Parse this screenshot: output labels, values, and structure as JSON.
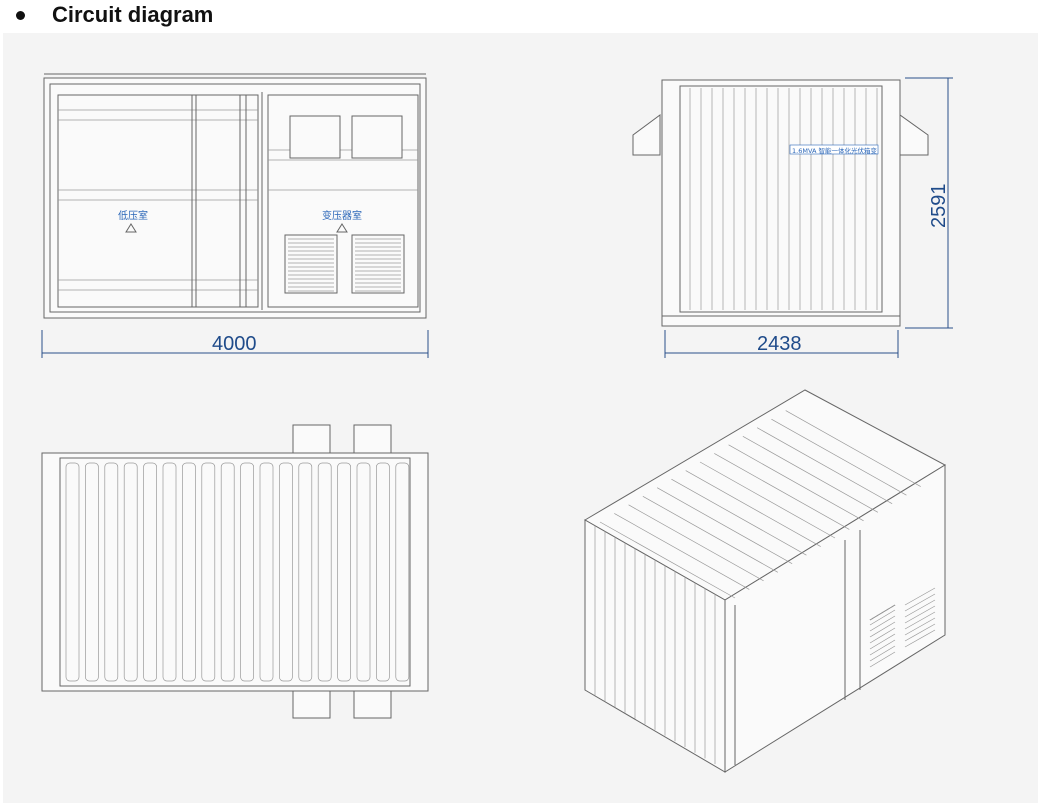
{
  "heading": {
    "title": "Circuit diagram"
  },
  "front_view": {
    "room_left": "低压室",
    "room_right": "变压器室",
    "width_dim": "4000"
  },
  "side_view": {
    "nameplate": "1.6MVA 智能一体化光伏箱变",
    "width_dim": "2438",
    "height_dim": "2591"
  },
  "colors": {
    "dimension": "#1f4b8a",
    "label": "#2a66b8",
    "panel": "#f4f4f4"
  }
}
